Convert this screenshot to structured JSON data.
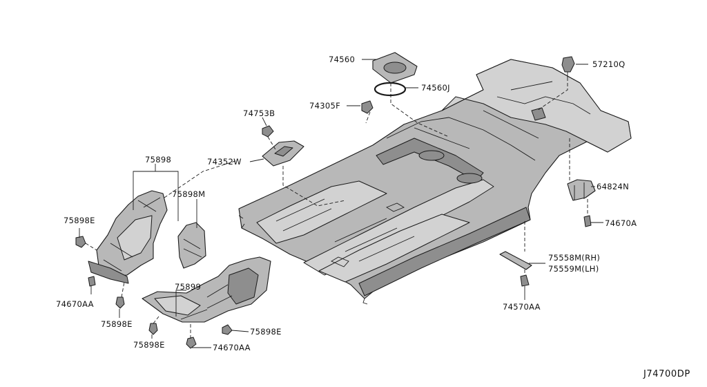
{
  "diagram_code": "J74700DP",
  "labels": {
    "p74560": "74560",
    "p74560J": "74560J",
    "p74305F": "74305F",
    "p57210Q": "57210Q",
    "p74753B": "74753B",
    "p74352W": "74352W",
    "p75898": "75898",
    "p75898M": "75898M",
    "p75898E_left": "75898E",
    "p74670AA_left": "74670AA",
    "p75898E_bottom1": "75898E",
    "p75898E_bottom2": "75898E",
    "p75899": "75899",
    "p75898E_right": "75898E",
    "p74670AA_bottom": "74670AA",
    "p64824N": "64824N",
    "p74670A": "74670A",
    "p75558M": "75558M(RH)",
    "p75559M": "75559M(LH)",
    "p74570AA": "74570AA"
  }
}
